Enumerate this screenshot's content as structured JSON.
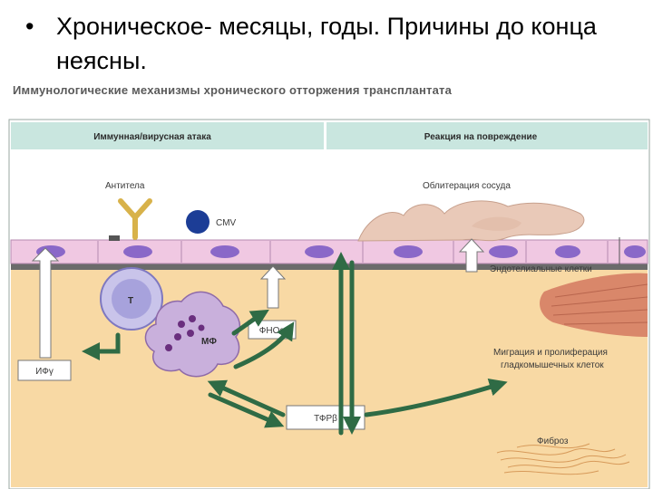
{
  "slide": {
    "bullet": "•",
    "text": "Хроническое- месяцы, годы. Причины до конца неясны."
  },
  "figure": {
    "title": "Иммунологические механизмы хронического отторжения трансплантата",
    "left_header": "Иммунная/вирусная атака",
    "right_header": "Реакция на повреждение",
    "labels": {
      "antibodies": "Антитела",
      "cmv": "CMV",
      "obliteration": "Облитерация сосуда",
      "endothelial": "Эндотелиальные клетки",
      "t_cell": "T",
      "macrophage": "МФ",
      "tnf": "ФНОα",
      "ifn": "ИФγ",
      "tgf": "ТФРβ",
      "migration_1": "Миграция и пролиферация",
      "migration_2": "гладкомышечных клеток",
      "fibrosis": "Фиброз"
    },
    "colors": {
      "header_band": "#c9e6df",
      "endothelium": "#f0c8e2",
      "nucleus": "#8a68c8",
      "tissue": "#f8d9a4",
      "arrow_green": "#2f6b45",
      "t_cell": "#a7a2dc",
      "macrophage": "#c9b0dc",
      "cmv": "#1c3d96",
      "antibody": "#d8b24a",
      "smooth_muscle": "#d9876a"
    }
  }
}
